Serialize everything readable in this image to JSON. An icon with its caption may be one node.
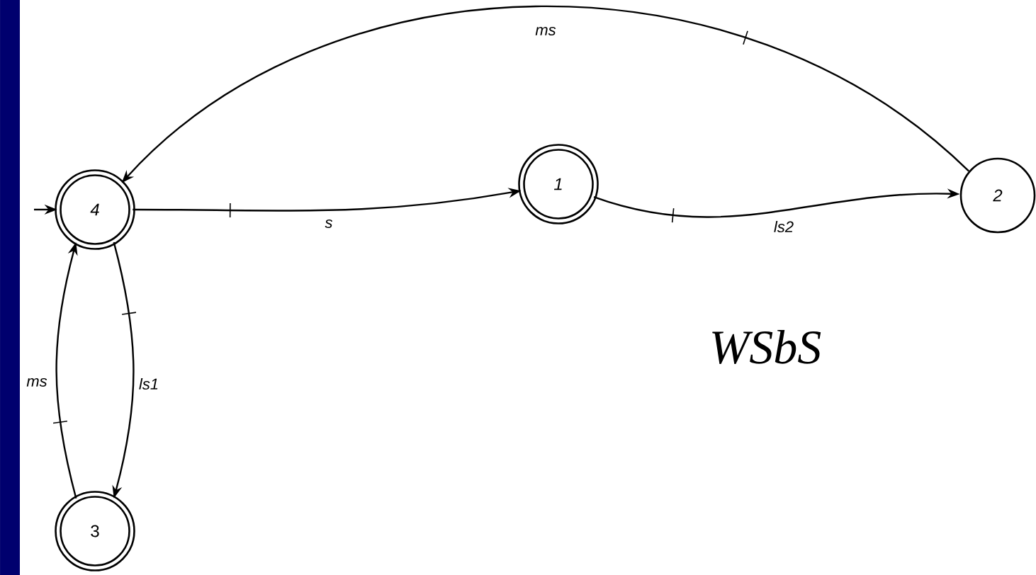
{
  "diagram": {
    "nodes": [
      {
        "text": [
          "4"
        ]
      },
      {
        "text": [
          "1"
        ]
      },
      {
        "text": [
          "2"
        ]
      },
      {
        "text": [
          "3"
        ]
      }
    ],
    "edges": [
      {
        "from": null,
        "to": 0,
        "arrow": "to"
      },
      {
        "from": 0,
        "to": 1,
        "arrow": "to",
        "label": "s"
      },
      {
        "from": 1,
        "to": 2,
        "arrow": "to",
        "label": "ls2"
      },
      {
        "from": 2,
        "to": 0,
        "arrow": "to",
        "label": "ms"
      },
      {
        "from": 0,
        "to": 3,
        "arrow": "to",
        "label": "ls1"
      },
      {
        "from": 3,
        "to": 0,
        "arrow": "to",
        "label": "ms"
      }
    ],
    "labels": [
      "WSbS"
    ]
  }
}
